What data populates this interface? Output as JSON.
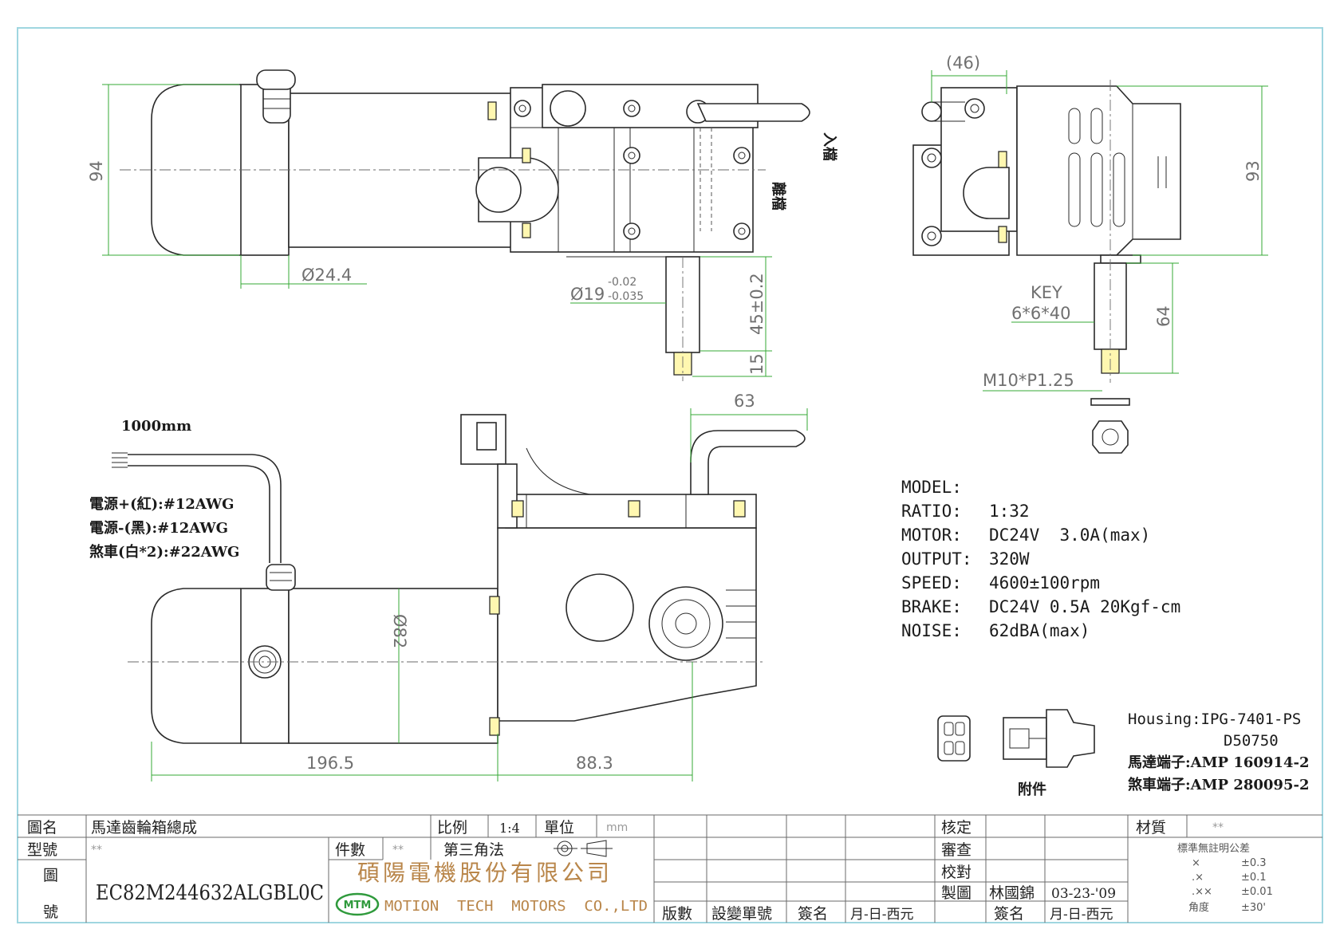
{
  "dimensions": {
    "height_94": "94",
    "dia_24_4": "Ø24.4",
    "dia_19": "Ø19",
    "tol_upper": "-0.02",
    "tol_lower": "-0.035",
    "len_45": "45±0.2",
    "len_15": "15",
    "width_46": "(46)",
    "height_93": "93",
    "key_label": "KEY",
    "key_size": "6*6*40",
    "len_64": "64",
    "thread": "M10*P1.25",
    "len_63": "63",
    "dia_82": "Ø82",
    "len_196_5": "196.5",
    "len_88_3": "88.3"
  },
  "lever_notes": {
    "engage": "入檔",
    "disengage": "離檔"
  },
  "wiring": {
    "cable_length": "1000mm",
    "lines": [
      "電源+(紅):#12AWG",
      "電源-(黑):#12AWG",
      "煞車(白*2):#22AWG"
    ]
  },
  "specs": {
    "model_label": "MODEL:",
    "rows": [
      {
        "label": "RATIO:",
        "value": "1:32"
      },
      {
        "label": "MOTOR:",
        "value": "DC24V  3.0A(max)"
      },
      {
        "label": "OUTPUT:",
        "value": "320W"
      },
      {
        "label": "SPEED:",
        "value": "4600±100rpm"
      },
      {
        "label": "BRAKE:",
        "value": "DC24V 0.5A 20Kgf-cm"
      },
      {
        "label": "NOISE:",
        "value": "62dBA(max)"
      }
    ]
  },
  "connector": {
    "housing": "Housing:IPG-7401-PS",
    "housing_code": "D50750",
    "motor_terminal": "馬達端子:AMP 160914-2",
    "brake_terminal": "煞車端子:AMP 280095-2",
    "accessory": "附件"
  },
  "title_block": {
    "drawing_name_label": "圖名",
    "drawing_name": "馬達齒輪箱總成",
    "scale_label": "比例",
    "scale": "1:4",
    "unit_label": "單位",
    "unit": "mm",
    "model_no_label": "型號",
    "model_no": "**",
    "qty_label": "件數",
    "qty": "**",
    "projection": "第三角法",
    "drawing_no_label_1": "圖",
    "drawing_no_label_2": "號",
    "drawing_no": "EC82M244632ALGBL0C",
    "company_cn": "碩陽電機股份有限公司",
    "company_logo": "MTM",
    "company_en": "MOTION  TECH  MOTORS  CO.,LTD",
    "rev_headers": [
      "版數",
      "設變單號",
      "簽名",
      "月-日-西元"
    ],
    "approve_labels": [
      "核定",
      "審查",
      "校對",
      "製圖"
    ],
    "drafter": "林國錦",
    "draft_date": "03-23-'09",
    "sign_header": "簽名",
    "date_header": "月-日-西元",
    "material_label": "材質",
    "material": "**",
    "tolerance_title": "標準無註明公差",
    "tolerances": [
      {
        "sym": "×",
        "val": "±0.3"
      },
      {
        "sym": ".×",
        "val": "±0.1"
      },
      {
        "sym": ".××",
        "val": "±0.01"
      },
      {
        "sym": "角度",
        "val": "±30'"
      }
    ]
  }
}
